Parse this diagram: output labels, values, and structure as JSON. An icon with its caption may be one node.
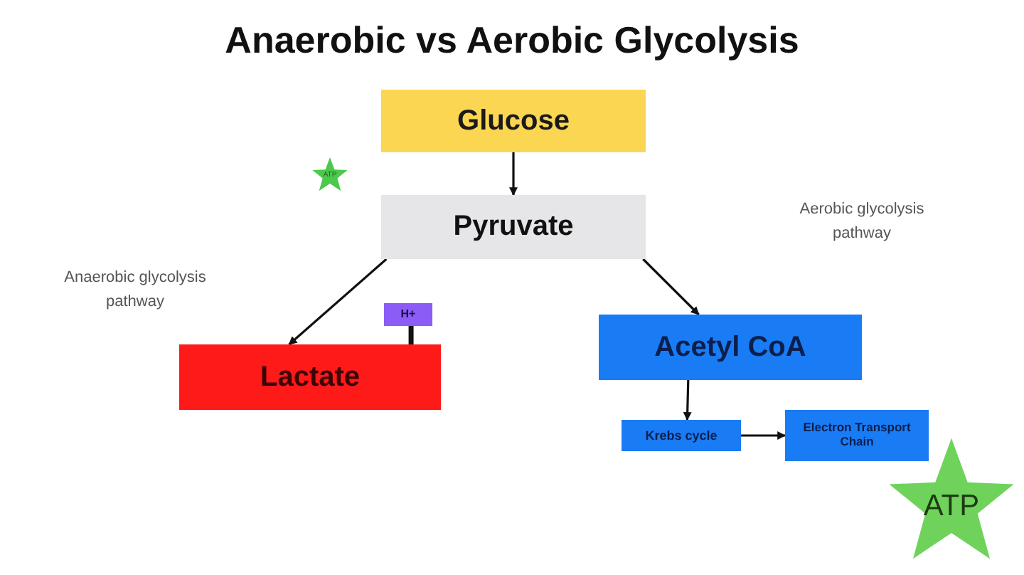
{
  "diagram": {
    "title": "Anaerobic vs Aerobic Glycolysis",
    "nodes": [
      {
        "text": [
          "Glucose"
        ]
      },
      {
        "text": [
          "Pyruvate"
        ]
      },
      {
        "text": [
          "Lactate"
        ]
      },
      {
        "text": [
          "H+"
        ]
      },
      {
        "text": [
          "Acetyl CoA"
        ]
      },
      {
        "text": [
          "Krebs cycle"
        ]
      },
      {
        "text": [
          "Electron Transport Chain"
        ]
      },
      {
        "text": [
          "ATP"
        ]
      },
      {
        "text": [
          "ATP"
        ]
      }
    ],
    "edges": [
      {
        "from": 0,
        "to": 1,
        "arrow": "to"
      },
      {
        "from": 1,
        "to": 2,
        "arrow": "to"
      },
      {
        "from": 1,
        "to": 4,
        "arrow": "to"
      },
      {
        "from": 3,
        "to": 2,
        "arrow": "none",
        "style": "thick"
      },
      {
        "from": 4,
        "to": 5,
        "arrow": "to"
      },
      {
        "from": 5,
        "to": 6,
        "arrow": "to"
      }
    ],
    "labels": [
      "Aerobic glycolysis pathway",
      "Anaerobic glycolysis pathway"
    ]
  }
}
